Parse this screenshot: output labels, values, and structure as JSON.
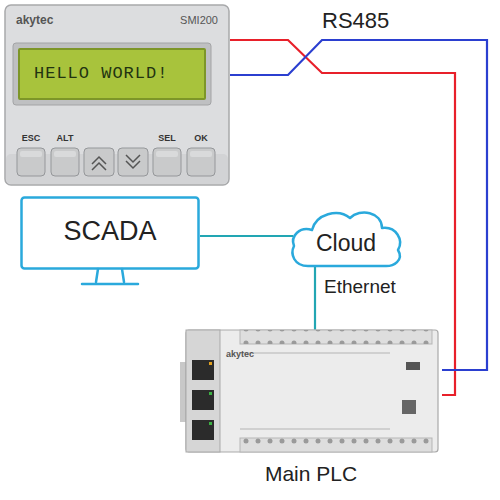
{
  "diagram": {
    "nodes": [
      {
        "text": [
          "akytec",
          "SMI200"
        ]
      },
      {
        "text": [
          "HELLO WORLD!"
        ],
        "in": 0
      },
      {
        "text": [
          "ESC"
        ],
        "in": 0
      },
      {
        "text": [
          "ALT"
        ],
        "in": 0
      },
      {
        "text": [
          "SEL"
        ],
        "in": 0
      },
      {
        "text": [
          "OK"
        ],
        "in": 0
      },
      {
        "text": [
          "SCADA"
        ]
      },
      {
        "text": [
          "Cloud"
        ]
      },
      {
        "text": [
          "akytec",
          "Main PLC"
        ]
      }
    ],
    "edges": [
      {
        "from": 0,
        "to": 8,
        "label": "RS485",
        "arrow": "none"
      },
      {
        "from": 0,
        "to": 8,
        "arrow": "none"
      },
      {
        "from": 6,
        "to": 7,
        "arrow": "none"
      },
      {
        "from": 7,
        "to": 8,
        "label": "Ethernet",
        "arrow": "none"
      }
    ]
  }
}
